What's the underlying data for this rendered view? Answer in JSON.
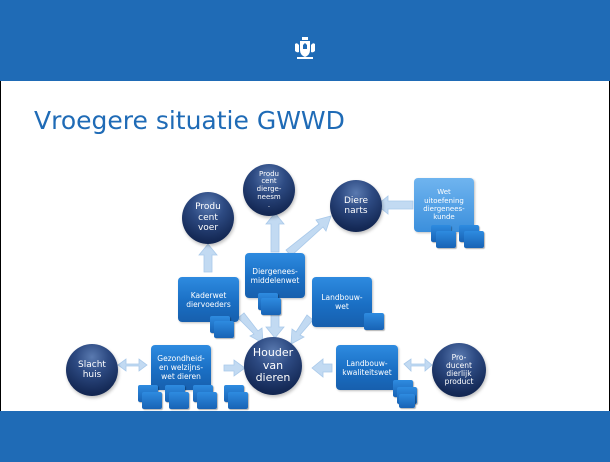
{
  "slide": {
    "title": "Vroegere situatie GWWD",
    "emblem_icon": "rijksoverheid-coat-of-arms-icon",
    "colors": {
      "band": "#1f6bb6",
      "title": "#1f6bb6",
      "box": "#1a6fc4",
      "circle": "#152a57",
      "arrow": "#b8d4f0"
    }
  },
  "diagram": {
    "center": [
      "Houder",
      "van",
      "dieren"
    ],
    "circles": {
      "producent_voer": [
        "Produ",
        "cent",
        "voer"
      ],
      "producent_diergeneesm": [
        "Produ",
        "cent",
        "dierge-",
        "neesm",
        "."
      ],
      "dierenarts": [
        "Diere",
        "narts"
      ],
      "slachthuis": [
        "Slacht",
        "huis"
      ],
      "producent_dierlijk_product": [
        "Pro-",
        "ducent",
        "dierlijk",
        "product"
      ]
    },
    "boxes": {
      "kaderwet": [
        "Kaderwet",
        "diervoeders"
      ],
      "diergeneesmiddelenwet": [
        "Diergenees-",
        "middelenwet"
      ],
      "landbouwwet": [
        "Landbouw-",
        "wet"
      ],
      "gezondheidswet": [
        "Gezondheid-",
        "en welzijns-",
        "wet dieren"
      ],
      "landbouwkwaliteitswet": [
        "Landbouw-",
        "kwaliteitswet"
      ],
      "wet_diergeneeskunde": [
        "Wet",
        "uitoefening",
        "diergenees-",
        "kunde"
      ]
    }
  }
}
